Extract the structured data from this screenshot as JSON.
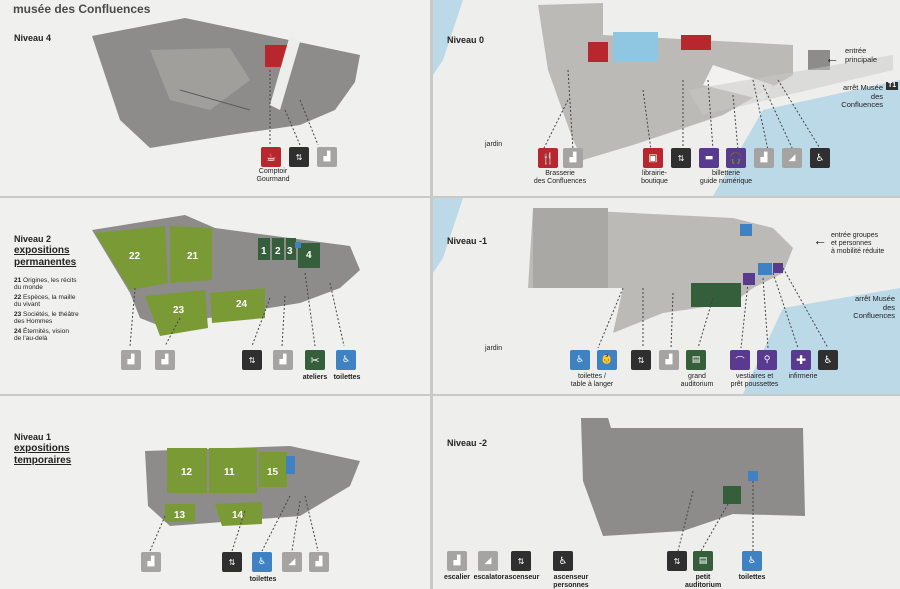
{
  "museum_title": "musée des Confluences",
  "level4": {
    "title": "Niveau 4",
    "comptoir": "Comptoir\nGourmand"
  },
  "level2": {
    "title": "Niveau 2",
    "subtitle": "expositions\npermanentes",
    "rooms": [
      "21",
      "22",
      "23",
      "24",
      "1",
      "2",
      "3",
      "4"
    ],
    "legend": [
      {
        "num": "21",
        "text": "Origines, les récits\ndu monde"
      },
      {
        "num": "22",
        "text": "Espèces, la maille\ndu vivant"
      },
      {
        "num": "23",
        "text": "Sociétés, le théâtre\ndes Hommes"
      },
      {
        "num": "24",
        "text": "Éternités, vision\nde l'au-delà"
      }
    ],
    "ateliers": "ateliers",
    "toilettes": "toilettes"
  },
  "level1": {
    "title": "Niveau 1",
    "subtitle": "expositions\ntemporaires",
    "rooms": [
      "12",
      "11",
      "15",
      "13",
      "14"
    ],
    "toilettes": "toilettes"
  },
  "level0": {
    "title": "Niveau 0",
    "entree_principale": "entrée\nprincipale",
    "tram": "T1",
    "arret": "arrêt Musée\ndes Confluences",
    "jardin": "jardin",
    "brasserie": "Brasserie\ndes Confluences",
    "librairie": "librairie-\nboutique",
    "billetterie": "billetterie\nguide numérique"
  },
  "levelm1": {
    "title": "Niveau -1",
    "entree_groupes": "entrée groupes\net personnes\nà mobilité réduite",
    "arret": "arrêt Musée\ndes Confluences",
    "jardin": "jardin",
    "toilettes": "toilettes /\ntable à langer",
    "grand_auditorium": "grand\nauditorium",
    "vestiaires": "vestiaires et\nprêt poussettes",
    "infirmerie": "infirmerie"
  },
  "levelm2": {
    "title": "Niveau -2",
    "legend_escalier": "escalier",
    "legend_escalator": "escalator",
    "legend_ascenseur": "ascenseur",
    "legend_ascenseur_pmr": "ascenseur personnes\nà mobilité réduite",
    "petit_auditorium": "petit\nauditorium",
    "toilettes": "toilettes"
  },
  "icons": {
    "stairs": "stairs-icon",
    "escalator": "escalator-icon",
    "elevator": "elevator-icon",
    "accessible_elevator": "accessible-elevator-icon",
    "toilets": "toilets-icon",
    "cafe": "cafe-icon",
    "restaurant": "restaurant-icon",
    "shop": "shop-icon",
    "ticket": "ticket-icon",
    "audio_guide": "audio-guide-icon",
    "auditorium": "auditorium-icon",
    "cloakroom": "cloakroom-icon",
    "stroller": "stroller-icon",
    "first_aid": "first-aid-icon",
    "workshop": "workshop-icon",
    "baby_changing": "baby-changing-icon",
    "arrow": "arrow-icon"
  },
  "colors": {
    "gray_building": "#8d8c8a",
    "light_gray": "#bcbab6",
    "green": "#7a9a35",
    "dark_green": "#355f3a",
    "red": "#b8272d",
    "blue": "#3f82c4",
    "purple": "#5a3a8e",
    "dark_icon": "#2f2f2f",
    "water": "#bcd9e8"
  }
}
